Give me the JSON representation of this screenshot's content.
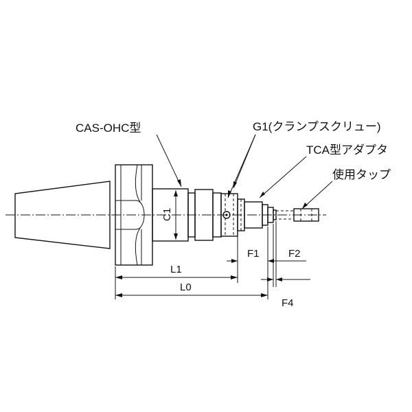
{
  "labels": {
    "holder_type": "CAS-OHC型",
    "clamp_screw": "G1(クランプスクリュー)",
    "adapter_type": "TCA型アダプタ",
    "tap": "使用タップ"
  },
  "dims": {
    "c1": "C1",
    "l1": "L1",
    "l0": "L0",
    "f1": "F1",
    "f2": "F2",
    "f4": "F4"
  }
}
